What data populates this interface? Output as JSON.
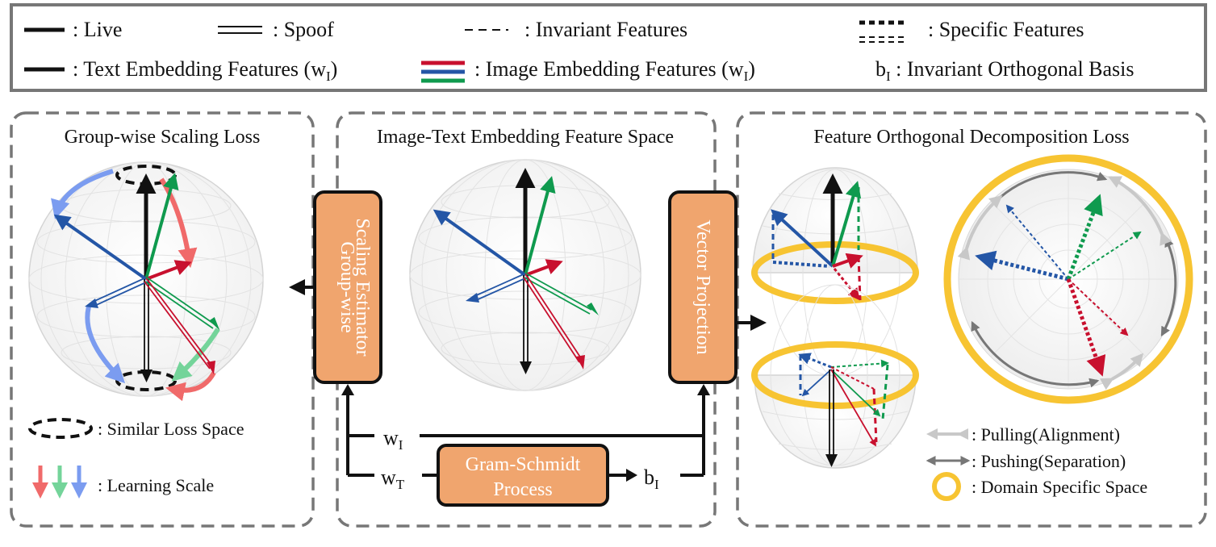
{
  "legend": {
    "live": ": Live",
    "spoof": ": Spoof",
    "invariant": ": Invariant Features",
    "specific": ": Specific Features",
    "text_embedding": ": Text Embedding Features (w",
    "text_embedding_sub": "I",
    "text_embedding_close": ")",
    "image_embedding": ": Image Embedding Features (w",
    "image_embedding_sub": "I",
    "image_embedding_close": ")",
    "basis_b": "b",
    "basis_sub": "I",
    "basis": " : Invariant Orthogonal Basis"
  },
  "panels": {
    "left_title": "Group-wise Scaling Loss",
    "middle_title": "Image-Text Embedding Feature Space",
    "right_title": "Feature Orthogonal Decomposition Loss"
  },
  "left_legend": {
    "similar": ": Similar Loss Space",
    "learning": ": Learning Scale"
  },
  "boxes": {
    "scaling_line1": "Group-wise",
    "scaling_line2": "Scaling Estimator",
    "projection": "Vector Projection",
    "gram_line1": "Gram-Schmidt",
    "gram_line2": "Process"
  },
  "flow": {
    "wi": "w",
    "wi_sub": "I",
    "wt": "w",
    "wt_sub": "T",
    "bi": "b",
    "bi_sub": "I"
  },
  "right_legend": {
    "pulling": ": Pulling(Alignment)",
    "pushing": ": Pushing(Separation)",
    "domain": ": Domain Specific Space"
  },
  "colors": {
    "orange": "#f0a56e",
    "blue": "#2456a6",
    "red": "#c8102e",
    "green": "#0f9a4e",
    "gold": "#f7c432",
    "gray": "#777777",
    "light_red": "#f06a6a",
    "light_green": "#74d49a",
    "light_blue": "#7b9cf0"
  }
}
